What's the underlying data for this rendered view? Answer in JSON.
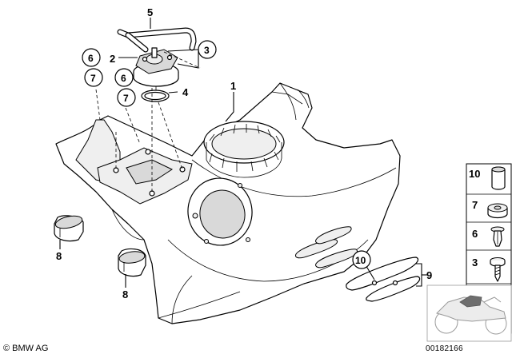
{
  "callouts": {
    "c1": "1",
    "c2": "2",
    "c3": "3",
    "c4": "4",
    "c5": "5",
    "c6a": "6",
    "c7a": "7",
    "c6b": "6",
    "c7b": "7",
    "c8a": "8",
    "c8b": "8",
    "c9": "9",
    "c10": "10"
  },
  "side_panel": {
    "items": [
      "10",
      "7",
      "6",
      "3"
    ]
  },
  "footer": {
    "copyright": "© BMW AG",
    "diagram_id": "00182166"
  }
}
